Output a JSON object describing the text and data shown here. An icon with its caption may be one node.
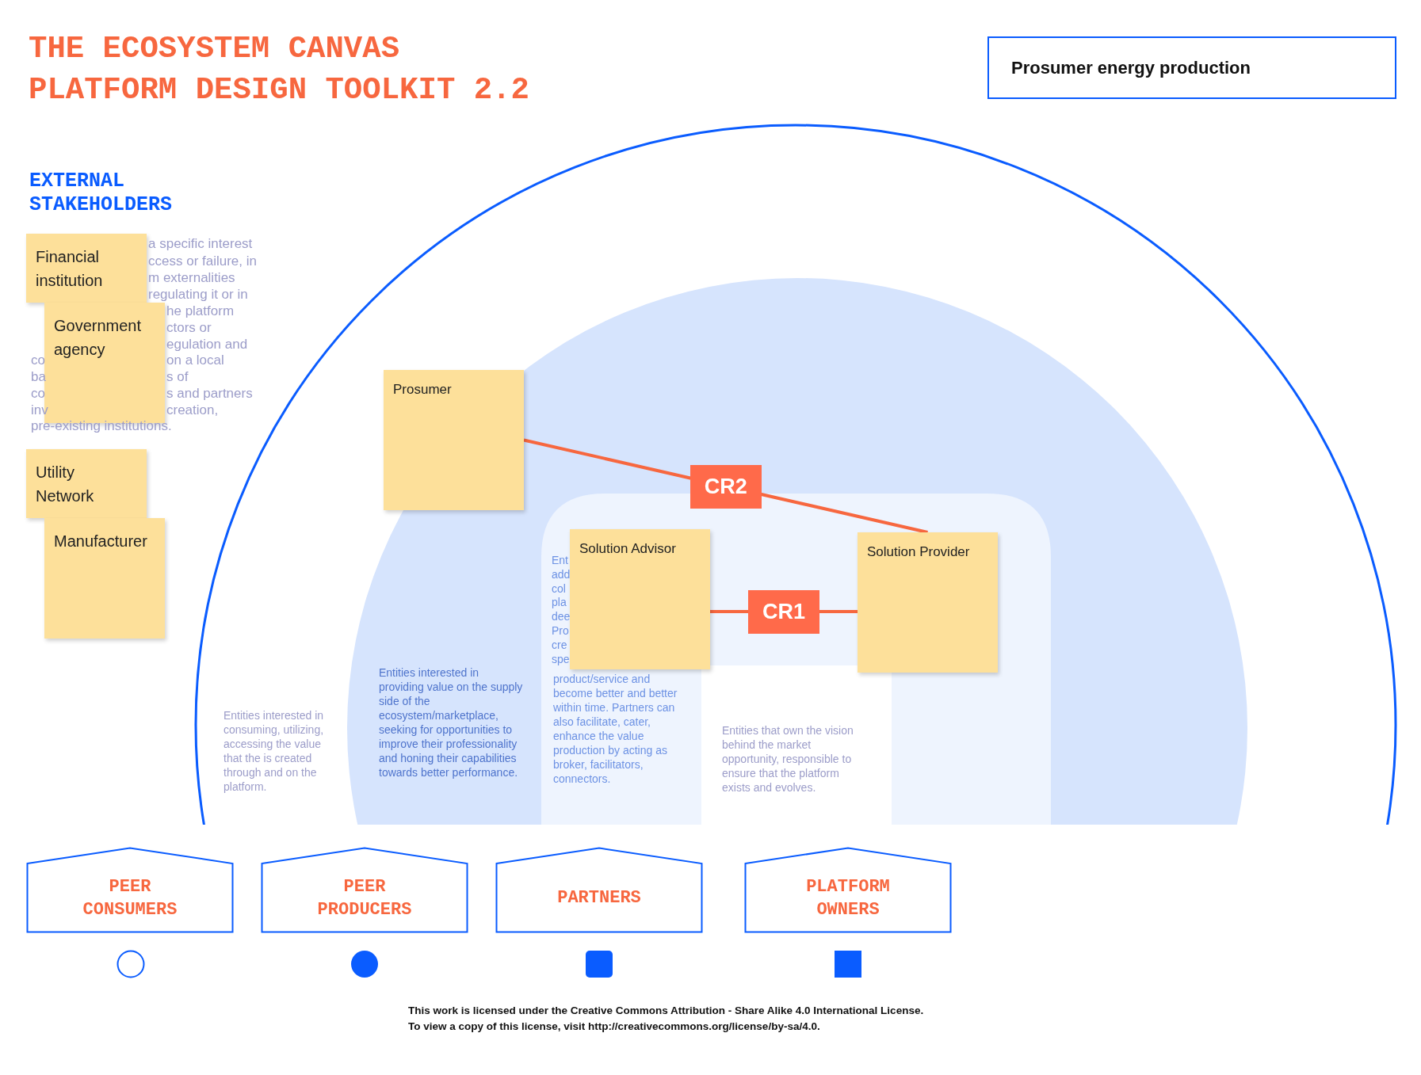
{
  "diagram": {
    "title": "THE ECOSYSTEM CANVAS PLATFORM DESIGN TOOLKIT 2.2",
    "nodes": [
      {
        "text": [
          "Prosumer energy production"
        ]
      },
      {
        "text": [
          "Financial institution"
        ]
      },
      {
        "text": [
          "Government agency"
        ]
      },
      {
        "text": [
          "Utility Network"
        ]
      },
      {
        "text": [
          "Manufacturer"
        ]
      },
      {
        "text": [
          "Prosumer"
        ]
      },
      {
        "text": [
          "Solution Advisor"
        ]
      },
      {
        "text": [
          "Solution Provider"
        ]
      },
      {
        "text": [
          "PEER CONSUMERS"
        ]
      },
      {
        "text": [
          "PEER PRODUCERS"
        ]
      },
      {
        "text": [
          "PARTNERS"
        ]
      },
      {
        "text": [
          "PLATFORM OWNERS"
        ]
      }
    ],
    "edges": [
      {
        "from": 5,
        "to": 7,
        "label": "CR2",
        "arrow": "none"
      },
      {
        "from": 6,
        "to": 7,
        "label": "CR1",
        "arrow": "none"
      }
    ],
    "labels": [
      "EXTERNAL STAKEHOLDERS",
      "a specific interest",
      "ccess or failure, in",
      "m externalities",
      "regulating it or in",
      "he platform",
      "ctors or",
      "egulation and",
      "co",
      "on a local",
      "ba",
      "s of",
      "co",
      "s and partners",
      "inv",
      "creation,",
      "pre-existing institutions.",
      "Entities interested in consuming, utilizing, accessing the value that the is created through and on the platform.",
      "Entities interested in providing value on the supply side of the ecosystem/marketplace, seeking for opportunities to improve their professionality and honing their capabilities towards better performance.",
      "Ent",
      "add",
      "col",
      "pla",
      "dee",
      "Pro",
      "cre",
      "spe",
      "product/service and become better and better within time. Partners can also facilitate, cater, enhance the value production by acting as broker, facilitators, connectors.",
      "Entities that own the vision behind the market opportunity, responsible to ensure that the platform exists and evolves.",
      "This work is licensed under the Creative Commons Attribution - Share Alike 4.0 International License.",
      "To view a copy of this license, visit http://creativecommons.org/license/by-sa/4.0."
    ]
  }
}
